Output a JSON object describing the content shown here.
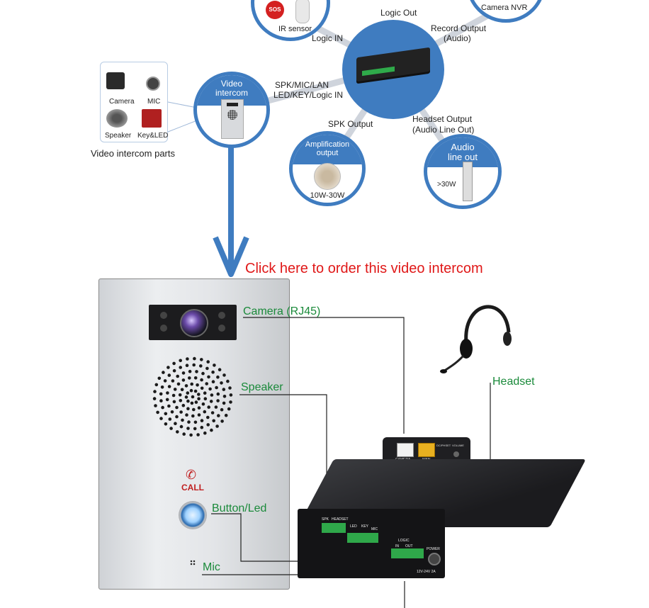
{
  "top_diagram": {
    "ir_sensor": "IR sensor",
    "sos": "SOS",
    "logic_out": "Logic Out",
    "camera_nvr": "Camera   NVR",
    "logic_in": "Logic IN",
    "record_output_1": "Record Output",
    "record_output_2": "(Audio)",
    "spk_mic_1": "SPK/MIC/LAN",
    "spk_mic_2": "LED/KEY/Logic IN",
    "spk_output": "SPK Output",
    "headset_output_1": "Headset Output",
    "headset_output_2": "(Audio Line Out)",
    "video_intercom_1": "Video",
    "video_intercom_2": "intercom",
    "amp_1": "Amplification",
    "amp_2": "output",
    "amp_power": "10W-30W",
    "audio_1": "Audio",
    "audio_2": "line out",
    "audio_power": ">30W"
  },
  "parts_box": {
    "camera": "Camera",
    "mic": "MIC",
    "speaker": "Speaker",
    "key_led": "Key&LED",
    "caption": "Video intercom parts"
  },
  "order_link": "Click here to order this video intercom",
  "callouts": {
    "camera": "Camera (RJ45)",
    "speaker": "Speaker",
    "button_led": "Button/Led",
    "mic": "Mic",
    "headset": "Headset"
  },
  "panel": {
    "call_label": "CALL"
  },
  "box_labels": {
    "spk": "SPK",
    "headset": "HEADSET",
    "led": "LED",
    "key": "KEY",
    "mic": "MIC",
    "logic": "LOGIC",
    "in": "IN",
    "out": "OUT",
    "power": "POWER",
    "voltage": "12V-24V 2A",
    "camera_port": "CAMERA",
    "wan_port": "WAN",
    "dcphset": "DC/PHSET",
    "volume": "VOLUME"
  },
  "colors": {
    "accent_blue": "#3f7cc0",
    "callout_green": "#1a8a3a",
    "order_red": "#e01818"
  }
}
